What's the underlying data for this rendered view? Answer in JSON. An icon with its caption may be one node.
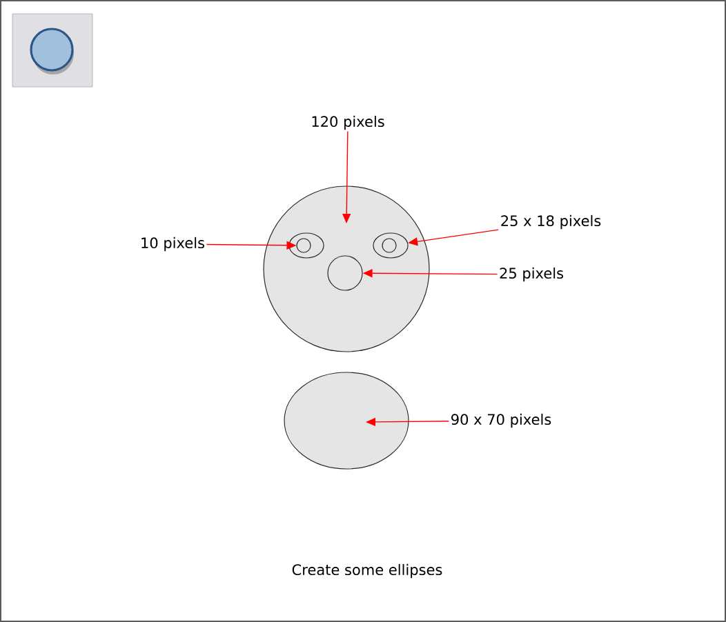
{
  "diagram": {
    "caption": "Create some ellipses",
    "nodes": [
      {
        "text": [
          "120 pixels"
        ]
      },
      {
        "text": [],
        "shape": "circle"
      },
      {
        "text": [
          "10 pixels"
        ]
      },
      {
        "text": [],
        "shape": "ellipse",
        "in": 1
      },
      {
        "text": [],
        "shape": "circle",
        "in": 3
      },
      {
        "text": [],
        "shape": "ellipse",
        "in": 1
      },
      {
        "text": [],
        "shape": "circle",
        "in": 5
      },
      {
        "text": [
          "25 x 18 pixels"
        ]
      },
      {
        "text": [],
        "shape": "circle",
        "in": 1
      },
      {
        "text": [
          "25 pixels"
        ]
      },
      {
        "text": [],
        "shape": "ellipse"
      },
      {
        "text": [
          "90 x 70 pixels"
        ]
      }
    ],
    "edges": [
      {
        "from": 0,
        "to": 1,
        "arrow": "to",
        "color": "#ff0000"
      },
      {
        "from": 2,
        "to": 4,
        "arrow": "to",
        "color": "#ff0000"
      },
      {
        "from": 7,
        "to": 5,
        "arrow": "to",
        "color": "#ff0000"
      },
      {
        "from": 9,
        "to": 8,
        "arrow": "to",
        "color": "#ff0000"
      },
      {
        "from": 11,
        "to": 10,
        "arrow": "to",
        "color": "#ff0000"
      }
    ]
  }
}
